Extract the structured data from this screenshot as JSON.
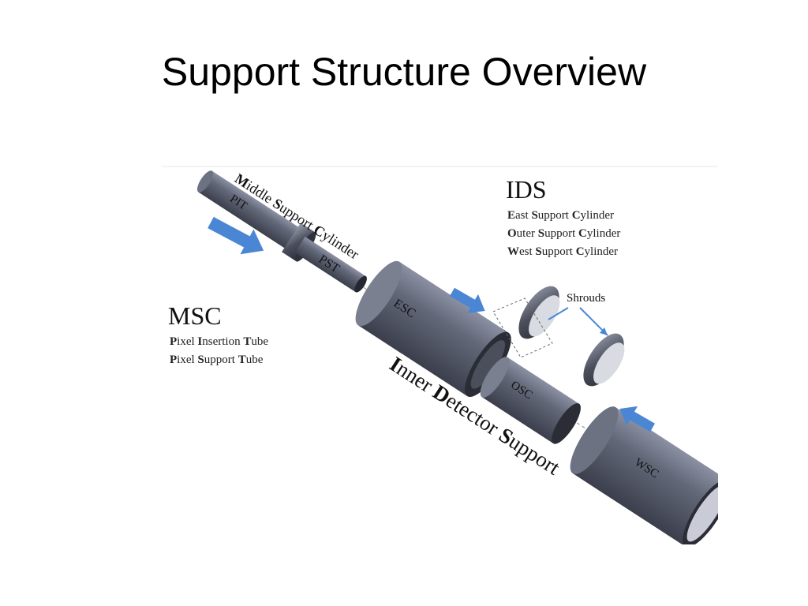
{
  "slide": {
    "title": "Support Structure Overview"
  },
  "figure": {
    "ids": {
      "heading": "IDS",
      "items": [
        {
          "initial1": "E",
          "rest1": "ast ",
          "initial2": "S",
          "rest2": "upport ",
          "initial3": "C",
          "rest3": "ylinder"
        },
        {
          "initial1": "O",
          "rest1": "uter ",
          "initial2": "S",
          "rest2": "upport ",
          "initial3": "C",
          "rest3": "ylinder"
        },
        {
          "initial1": "W",
          "rest1": "est ",
          "initial2": "S",
          "rest2": "upport ",
          "initial3": "C",
          "rest3": "ylinder"
        }
      ]
    },
    "msc": {
      "heading": "MSC",
      "items": [
        {
          "initial1": "P",
          "rest1": "ixel ",
          "initial2": "I",
          "rest2": "nsertion ",
          "initial3": "T",
          "rest3": "ube"
        },
        {
          "initial1": "P",
          "rest1": "ixel ",
          "initial2": "S",
          "rest2": "upport ",
          "initial3": "T",
          "rest3": "ube"
        }
      ]
    },
    "labels": {
      "middle_support": {
        "i1": "M",
        "r1": "iddle ",
        "i2": "S",
        "r2": "upport ",
        "i3": "C",
        "r3": "ylinder"
      },
      "inner_detector": {
        "i1": "I",
        "r1": "nner ",
        "i2": "D",
        "r2": "etector ",
        "i3": "S",
        "r3": "upport"
      },
      "pit": "PIT",
      "pst": "PST",
      "esc": "ESC",
      "osc": "OSC",
      "wsc": "WSC",
      "shrouds": "Shrouds"
    },
    "colors": {
      "cylinder": "#5c6173",
      "cylinder_dark": "#3c404d",
      "arrow": "#4a86d4"
    }
  }
}
